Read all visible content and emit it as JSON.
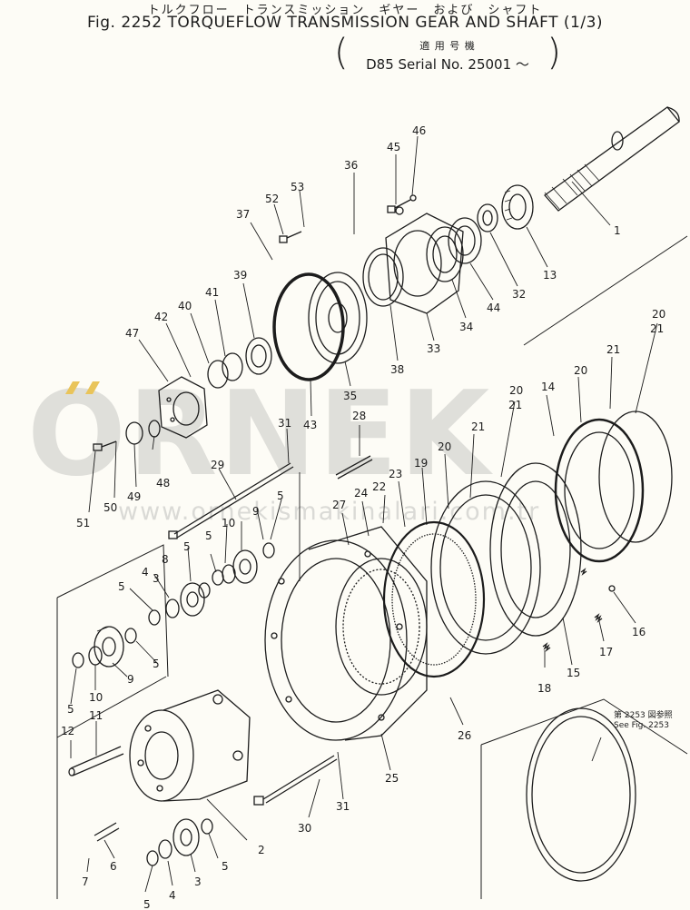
{
  "header": {
    "kana_title": "トルクフロー　トランスミッション　ギヤー　および　シャフト",
    "title": "Fig. 2252 TORQUEFLOW TRANSMISSION GEAR AND SHAFT (1/3)",
    "applicable_label": "適 用 号 機",
    "serial": "D85  Serial  No. 25001 ～"
  },
  "reference": {
    "jp": "第 2253 図参照",
    "en": "See  Fig. 2253"
  },
  "watermark": {
    "logo": "ORNEK",
    "url": "www.ornekismakinalari.com.tr",
    "accent_color": "#e9c45a"
  },
  "callouts": [
    "1",
    "2",
    "3",
    "3",
    "4",
    "4",
    "5",
    "5",
    "5",
    "5",
    "5",
    "5",
    "5",
    "5",
    "6",
    "7",
    "8",
    "9",
    "9",
    "10",
    "10",
    "11",
    "12",
    "13",
    "14",
    "15",
    "16",
    "17",
    "18",
    "19",
    "20",
    "20",
    "20",
    "20",
    "21",
    "21",
    "21",
    "21",
    "22",
    "23",
    "24",
    "25",
    "26",
    "27",
    "28",
    "29",
    "30",
    "31",
    "31",
    "32",
    "33",
    "34",
    "35",
    "36",
    "37",
    "38",
    "39",
    "40",
    "41",
    "42",
    "43",
    "44",
    "45",
    "46",
    "47",
    "48",
    "49",
    "50",
    "51",
    "52",
    "53"
  ],
  "colors": {
    "paper": "#fdfcf6",
    "ink": "#1c1c1c",
    "watermark": "#8c8c8c"
  }
}
